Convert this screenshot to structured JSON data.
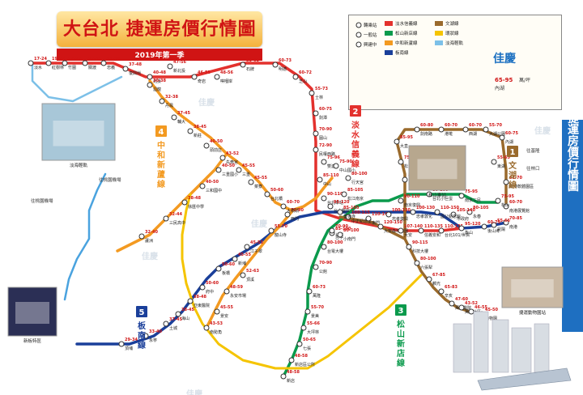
{
  "title": "大台北 捷運房價行情圖",
  "subtitle": "2019年第一季",
  "sidebar_text": "大台北 捷運房價行情圖",
  "brand": "佳慶",
  "colors": {
    "red": "#e3312d",
    "blue": "#1a3f9a",
    "green": "#0a9a4c",
    "orange": "#f39a21",
    "brown": "#9a6a2c",
    "yellow": "#f5c400",
    "light": "#7cc0e8",
    "circular": "#f5c400"
  },
  "line_labels": [
    {
      "num": "1",
      "name": "文湖線",
      "color": "#9a6a2c"
    },
    {
      "num": "2",
      "name": "淡水信義線",
      "color": "#e3312d"
    },
    {
      "num": "3",
      "name": "松山新店線",
      "color": "#0a9a4c"
    },
    {
      "num": "4",
      "name": "中和新蘆線",
      "color": "#f39a21"
    },
    {
      "num": "5",
      "name": "板南線",
      "color": "#1a3f9a"
    }
  ],
  "stations": [
    {
      "name": "淡水",
      "price": "17-24"
    },
    {
      "name": "紅樹林",
      "price": "19-22"
    },
    {
      "name": "竹圍",
      "price": "22-27"
    },
    {
      "name": "關渡",
      "price": "27-33"
    },
    {
      "name": "忠義",
      "price": "33-38"
    },
    {
      "name": "復興崗",
      "price": "37-48"
    },
    {
      "name": "北投",
      "price": "40-48"
    },
    {
      "name": "新北投",
      "price": "47-56"
    },
    {
      "name": "奇岩",
      "price": "46-55"
    },
    {
      "name": "唭哩岸",
      "price": "48-56"
    },
    {
      "name": "石牌",
      "price": "53-63"
    },
    {
      "name": "明德",
      "price": "60-73"
    },
    {
      "name": "芝山",
      "price": "60-72"
    },
    {
      "name": "士林",
      "price": "55-73"
    },
    {
      "name": "劍潭",
      "price": "60-75"
    },
    {
      "name": "圓山",
      "price": "70-90"
    },
    {
      "name": "民權西路",
      "price": "72-90"
    },
    {
      "name": "雙連",
      "price": "75-96"
    },
    {
      "name": "中山",
      "price": "85-110"
    },
    {
      "name": "台北車站",
      "price": "90-110"
    },
    {
      "name": "台大醫院",
      "price": "95-120"
    },
    {
      "name": "中正紀念堂",
      "price": "100-115"
    },
    {
      "name": "東門",
      "price": "110-140"
    },
    {
      "name": "大安森林公園",
      "price": "120-150"
    },
    {
      "name": "大安",
      "price": "107-140"
    },
    {
      "name": "信義安和",
      "price": "110-135"
    },
    {
      "name": "台北101/世貿",
      "price": "110-135"
    },
    {
      "name": "象山",
      "price": "95-120"
    },
    {
      "name": "南港展覽館",
      "price": "60-70"
    },
    {
      "name": "南港軟體園區",
      "price": "62-70"
    },
    {
      "name": "東湖",
      "price": "55-65"
    },
    {
      "name": "內湖",
      "price": "60-75"
    },
    {
      "name": "大湖公園",
      "price": "55-70"
    },
    {
      "name": "西湖",
      "price": "60-70"
    },
    {
      "name": "港墘",
      "price": "60-70"
    },
    {
      "name": "劍南路",
      "price": "60-80"
    },
    {
      "name": "大直",
      "price": "85-95"
    },
    {
      "name": "松山機場",
      "price": "75-90"
    },
    {
      "name": "中山國中",
      "price": "80-100"
    },
    {
      "name": "南京復興",
      "price": "90-110"
    },
    {
      "name": "忠孝復興",
      "price": "100-130"
    },
    {
      "name": "科技大樓",
      "price": "90-115"
    },
    {
      "name": "六張犁",
      "price": "80-100"
    },
    {
      "name": "麟光",
      "price": "67-85"
    },
    {
      "name": "辛亥",
      "price": "65-83"
    },
    {
      "name": "萬芳醫院",
      "price": "47-60"
    },
    {
      "name": "萬芳社區",
      "price": "43-52"
    },
    {
      "name": "木柵",
      "price": "46-55"
    },
    {
      "name": "動物園",
      "price": "45-50"
    },
    {
      "name": "南港",
      "price": "70-85"
    },
    {
      "name": "昆陽",
      "price": "55-66"
    },
    {
      "name": "後山埤",
      "price": "60-75"
    },
    {
      "name": "永春",
      "price": "80-105"
    },
    {
      "name": "市政府",
      "price": "105-140"
    },
    {
      "name": "國父紀念館",
      "price": "110-150"
    },
    {
      "name": "忠孝敦化",
      "price": "100-130"
    },
    {
      "name": "善導寺",
      "price": "85-105"
    },
    {
      "name": "西門",
      "price": "70-90"
    },
    {
      "name": "龍山寺",
      "price": "55-70"
    },
    {
      "name": "江子翠",
      "price": "45-53"
    },
    {
      "name": "新埔",
      "price": "45-55"
    },
    {
      "name": "板橋",
      "price": "50-60"
    },
    {
      "name": "府中",
      "price": "50-60"
    },
    {
      "name": "亞東醫院",
      "price": "38-48"
    },
    {
      "name": "海山",
      "price": "38-45"
    },
    {
      "name": "土城",
      "price": "37-45"
    },
    {
      "name": "永寧",
      "price": "33-40"
    },
    {
      "name": "頂埔",
      "price": "29-34"
    },
    {
      "name": "新店",
      "price": "48-58"
    },
    {
      "name": "新店區公所",
      "price": "48-58"
    },
    {
      "name": "七張",
      "price": "50-65"
    },
    {
      "name": "大坪林",
      "price": "55-66"
    },
    {
      "name": "景美",
      "price": "55-70"
    },
    {
      "name": "萬隆",
      "price": "60-73"
    },
    {
      "name": "公館",
      "price": "70-90"
    },
    {
      "name": "台電大樓",
      "price": "80-100"
    },
    {
      "name": "古亭",
      "price": "85-100"
    },
    {
      "name": "頂溪",
      "price": "52-63"
    },
    {
      "name": "永安市場",
      "price": "48-59"
    },
    {
      "name": "景安",
      "price": "45-55"
    },
    {
      "name": "南勢角",
      "price": "43-53"
    },
    {
      "name": "松江南京",
      "price": "85-105"
    },
    {
      "name": "行天宮",
      "price": "80-100"
    },
    {
      "name": "中山國小",
      "price": "75-90"
    },
    {
      "name": "大橋頭",
      "price": "60-70"
    },
    {
      "name": "台北橋",
      "price": "50-60"
    },
    {
      "name": "菜寮",
      "price": "45-55"
    },
    {
      "name": "三重",
      "price": "45-55"
    },
    {
      "name": "先嗇宮",
      "price": "43-52"
    },
    {
      "name": "頭前庄",
      "price": "40-50"
    },
    {
      "name": "新莊",
      "price": "38-45"
    },
    {
      "name": "輔大",
      "price": "37-45"
    },
    {
      "name": "丹鳳",
      "price": "32-38"
    },
    {
      "name": "迴龍",
      "price": "30-38"
    },
    {
      "name": "三重國小",
      "price": "40-50"
    },
    {
      "name": "三和國中",
      "price": "40-50"
    },
    {
      "name": "徐匯中學",
      "price": "38-48"
    },
    {
      "name": "三民高中",
      "price": "32-44"
    },
    {
      "name": "蘆洲",
      "price": "32-40"
    },
    {
      "name": "松山",
      "price": "75-95"
    },
    {
      "name": "南京三民",
      "price": "75-95"
    },
    {
      "name": "台北小巨蛋",
      "price": "80-100"
    },
    {
      "name": "北門",
      "price": "70-90"
    },
    {
      "name": "小南門",
      "price": "80-100"
    }
  ],
  "legend": {
    "items": [
      {
        "label": "淡水信義線",
        "color": "#e3312d"
      },
      {
        "label": "松山新店線",
        "color": "#0a9a4c"
      },
      {
        "label": "中和新蘆線",
        "color": "#f39a21"
      },
      {
        "label": "板南線",
        "color": "#1a3f9a"
      },
      {
        "label": "文湖線",
        "color": "#9a6a2c"
      },
      {
        "label": "環狀線",
        "color": "#f5c400"
      },
      {
        "label": "淡海輕軌",
        "color": "#7cc0e8"
      }
    ],
    "symbols": [
      {
        "label": "轉乘站"
      },
      {
        "label": "一般站"
      },
      {
        "label": "興建中"
      }
    ],
    "price_note_value": "65-95",
    "price_note_unit": "萬/坪",
    "price_note_label": "內湖"
  },
  "photos": [
    {
      "caption": "淡海輕軌"
    },
    {
      "caption": "松山車站"
    },
    {
      "caption": "新板特區"
    },
    {
      "caption": "捷運動物園站"
    }
  ],
  "labels_misc": [
    {
      "text": "往桃園機場"
    },
    {
      "text": "往桃園機場"
    },
    {
      "text": "往基隆"
    },
    {
      "text": "往林口"
    }
  ]
}
